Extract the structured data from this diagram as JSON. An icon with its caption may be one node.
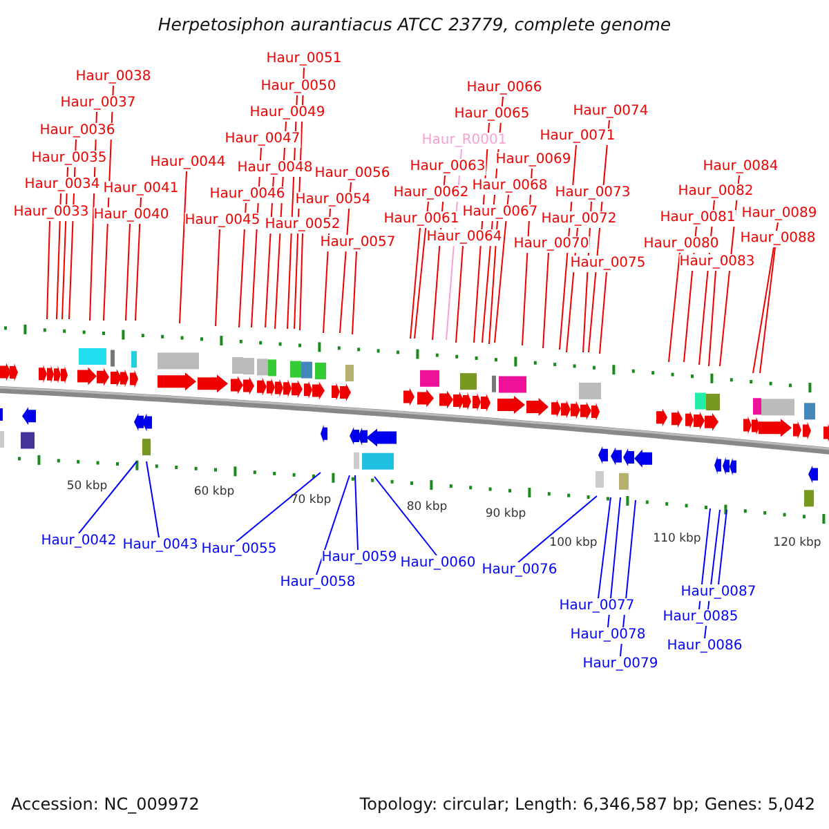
{
  "diagram": {
    "title": "Herpetosiphon aurantiacus ATCC 23779, complete genome",
    "nodes": [
      {
        "text": [
          "Haur_0033"
        ]
      },
      {
        "text": [
          "Haur_0034"
        ]
      },
      {
        "text": [
          "Haur_0035"
        ]
      },
      {
        "text": [
          "Haur_0036"
        ]
      },
      {
        "text": [
          "Haur_0037"
        ]
      },
      {
        "text": [
          "Haur_0038"
        ]
      },
      {
        "text": [
          "Haur_0040"
        ]
      },
      {
        "text": [
          "Haur_0041"
        ]
      },
      {
        "text": [
          "Haur_0044"
        ]
      },
      {
        "text": [
          "Haur_0045"
        ]
      },
      {
        "text": [
          "Haur_0046"
        ]
      },
      {
        "text": [
          "Haur_0047"
        ]
      },
      {
        "text": [
          "Haur_0048"
        ]
      },
      {
        "text": [
          "Haur_0049"
        ]
      },
      {
        "text": [
          "Haur_0050"
        ]
      },
      {
        "text": [
          "Haur_0051"
        ]
      },
      {
        "text": [
          "Haur_0052"
        ]
      },
      {
        "text": [
          "Haur_0054"
        ]
      },
      {
        "text": [
          "Haur_0056"
        ]
      },
      {
        "text": [
          "Haur_0057"
        ]
      },
      {
        "text": [
          "Haur_0061"
        ]
      },
      {
        "text": [
          "Haur_0062"
        ]
      },
      {
        "text": [
          "Haur_0063"
        ]
      },
      {
        "text": [
          "Haur_R0001"
        ]
      },
      {
        "text": [
          "Haur_0064"
        ]
      },
      {
        "text": [
          "Haur_0065"
        ]
      },
      {
        "text": [
          "Haur_0066"
        ]
      },
      {
        "text": [
          "Haur_0067"
        ]
      },
      {
        "text": [
          "Haur_0068"
        ]
      },
      {
        "text": [
          "Haur_0069"
        ]
      },
      {
        "text": [
          "Haur_0070"
        ]
      },
      {
        "text": [
          "Haur_0071"
        ]
      },
      {
        "text": [
          "Haur_0072"
        ]
      },
      {
        "text": [
          "Haur_0073"
        ]
      },
      {
        "text": [
          "Haur_0074"
        ]
      },
      {
        "text": [
          "Haur_0075"
        ]
      },
      {
        "text": [
          "Haur_0080"
        ]
      },
      {
        "text": [
          "Haur_0081"
        ]
      },
      {
        "text": [
          "Haur_0082"
        ]
      },
      {
        "text": [
          "Haur_0083"
        ]
      },
      {
        "text": [
          "Haur_0084"
        ]
      },
      {
        "text": [
          "Haur_0088"
        ]
      },
      {
        "text": [
          "Haur_0089"
        ]
      },
      {
        "text": [
          "Haur_0042"
        ]
      },
      {
        "text": [
          "Haur_0043"
        ]
      },
      {
        "text": [
          "Haur_0055"
        ]
      },
      {
        "text": [
          "Haur_0058"
        ]
      },
      {
        "text": [
          "Haur_0059"
        ]
      },
      {
        "text": [
          "Haur_0060"
        ]
      },
      {
        "text": [
          "Haur_0076"
        ]
      },
      {
        "text": [
          "Haur_0077"
        ]
      },
      {
        "text": [
          "Haur_0078"
        ]
      },
      {
        "text": [
          "Haur_0079"
        ]
      },
      {
        "text": [
          "Haur_0085"
        ]
      },
      {
        "text": [
          "Haur_0086"
        ]
      },
      {
        "text": [
          "Haur_0087"
        ]
      }
    ],
    "edges": [
      {
        "from": 0,
        "to": null,
        "arrow": "none"
      },
      {
        "from": 1,
        "to": null,
        "arrow": "none"
      },
      {
        "from": 2,
        "to": null,
        "arrow": "none"
      },
      {
        "from": 3,
        "to": null,
        "arrow": "none"
      },
      {
        "from": 4,
        "to": null,
        "arrow": "none"
      },
      {
        "from": 5,
        "to": null,
        "arrow": "none"
      },
      {
        "from": 6,
        "to": null,
        "arrow": "none"
      },
      {
        "from": 7,
        "to": null,
        "arrow": "none"
      },
      {
        "from": 8,
        "to": null,
        "arrow": "none"
      },
      {
        "from": 9,
        "to": null,
        "arrow": "none"
      },
      {
        "from": 10,
        "to": null,
        "arrow": "none"
      },
      {
        "from": 11,
        "to": null,
        "arrow": "none"
      },
      {
        "from": 12,
        "to": null,
        "arrow": "none"
      },
      {
        "from": 13,
        "to": null,
        "arrow": "none"
      },
      {
        "from": 14,
        "to": null,
        "arrow": "none"
      },
      {
        "from": 15,
        "to": null,
        "arrow": "none"
      },
      {
        "from": 16,
        "to": null,
        "arrow": "none"
      },
      {
        "from": 17,
        "to": null,
        "arrow": "none"
      },
      {
        "from": 18,
        "to": null,
        "arrow": "none"
      },
      {
        "from": 19,
        "to": null,
        "arrow": "none"
      },
      {
        "from": 20,
        "to": null,
        "arrow": "none"
      },
      {
        "from": 21,
        "to": null,
        "arrow": "none"
      },
      {
        "from": 22,
        "to": null,
        "arrow": "none"
      },
      {
        "from": 23,
        "to": null,
        "arrow": "none",
        "color": "#f7a1d5"
      },
      {
        "from": 24,
        "to": null,
        "arrow": "none"
      },
      {
        "from": 25,
        "to": null,
        "arrow": "none"
      },
      {
        "from": 26,
        "to": null,
        "arrow": "none"
      },
      {
        "from": 27,
        "to": null,
        "arrow": "none"
      },
      {
        "from": 28,
        "to": null,
        "arrow": "none"
      },
      {
        "from": 29,
        "to": null,
        "arrow": "none"
      },
      {
        "from": 30,
        "to": null,
        "arrow": "none"
      },
      {
        "from": 31,
        "to": null,
        "arrow": "none"
      },
      {
        "from": 32,
        "to": null,
        "arrow": "none"
      },
      {
        "from": 33,
        "to": null,
        "arrow": "none"
      },
      {
        "from": 34,
        "to": null,
        "arrow": "none"
      },
      {
        "from": 35,
        "to": null,
        "arrow": "none"
      },
      {
        "from": 36,
        "to": null,
        "arrow": "none"
      },
      {
        "from": 37,
        "to": null,
        "arrow": "none"
      },
      {
        "from": 38,
        "to": null,
        "arrow": "none"
      },
      {
        "from": 39,
        "to": null,
        "arrow": "none"
      },
      {
        "from": 40,
        "to": null,
        "arrow": "none"
      },
      {
        "from": 41,
        "to": null,
        "arrow": "none"
      },
      {
        "from": 42,
        "to": null,
        "arrow": "none"
      },
      {
        "from": 43,
        "to": null,
        "arrow": "none",
        "color": "#0000ff"
      },
      {
        "from": 44,
        "to": null,
        "arrow": "none",
        "color": "#0000ff"
      },
      {
        "from": 45,
        "to": null,
        "arrow": "none",
        "color": "#0000ff"
      },
      {
        "from": 46,
        "to": null,
        "arrow": "none",
        "color": "#0000ff"
      },
      {
        "from": 47,
        "to": null,
        "arrow": "none",
        "color": "#0000ff"
      },
      {
        "from": 48,
        "to": null,
        "arrow": "none",
        "color": "#0000ff"
      },
      {
        "from": 49,
        "to": null,
        "arrow": "none",
        "color": "#0000ff"
      },
      {
        "from": 50,
        "to": null,
        "arrow": "none",
        "color": "#0000ff"
      },
      {
        "from": 51,
        "to": null,
        "arrow": "none",
        "color": "#0000ff"
      },
      {
        "from": 52,
        "to": null,
        "arrow": "none",
        "color": "#0000ff"
      },
      {
        "from": 53,
        "to": null,
        "arrow": "none",
        "color": "#0000ff"
      },
      {
        "from": 54,
        "to": null,
        "arrow": "none",
        "color": "#0000ff"
      },
      {
        "from": 55,
        "to": null,
        "arrow": "none",
        "color": "#0000ff"
      }
    ],
    "labels": [
      "50 kbp",
      "60 kbp",
      "70 kbp",
      "80 kbp",
      "90 kbp",
      "100 kbp",
      "110 kbp",
      "120 kbp",
      "Accession: NC_009972",
      "Topology: circular; Length: 6,346,587 bp; Genes: 5,042"
    ]
  }
}
